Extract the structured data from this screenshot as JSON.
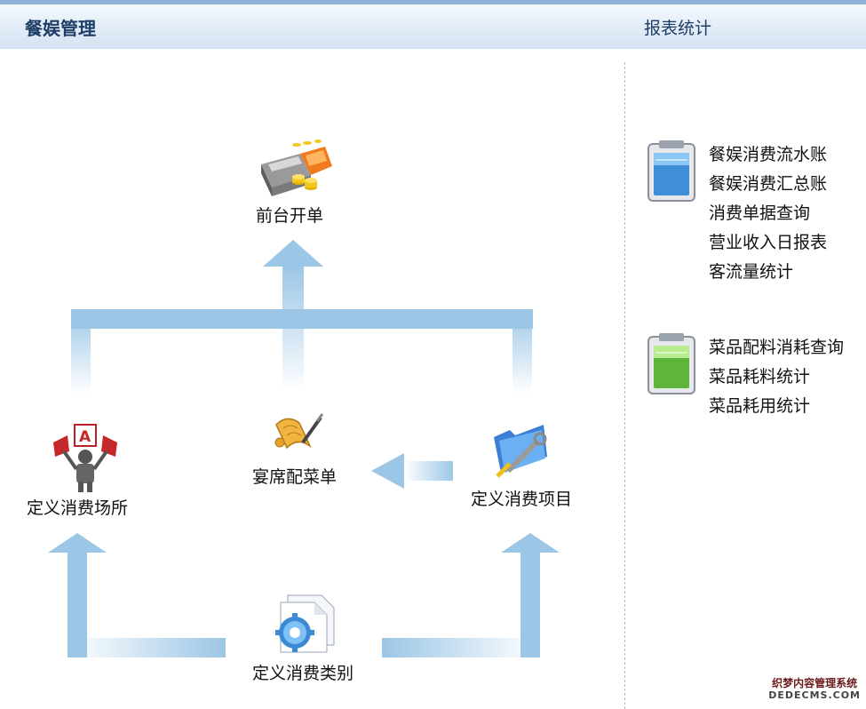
{
  "header": {
    "title": "餐娱管理",
    "right_title": "报表统计"
  },
  "flow": {
    "front_desk": "前台开单",
    "banquet_menu": "宴席配菜单",
    "define_venue": "定义消费场所",
    "define_item": "定义消费项目",
    "define_category": "定义消费类别"
  },
  "reports": {
    "group1": [
      "餐娱消费流水账",
      "餐娱消费汇总账",
      "消费单据查询",
      "营业收入日报表",
      "客流量统计"
    ],
    "group2": [
      "菜品配料消耗查询",
      "菜品耗料统计",
      "菜品耗用统计"
    ]
  },
  "watermark": {
    "line1": "织梦内容管理系统",
    "line2": "DEDECMS.COM"
  },
  "colors": {
    "arrow": "#9cc6e6",
    "header_text": "#1c3e66",
    "calc_blue": "#3f8fd8",
    "calc_green": "#5fb53a"
  }
}
